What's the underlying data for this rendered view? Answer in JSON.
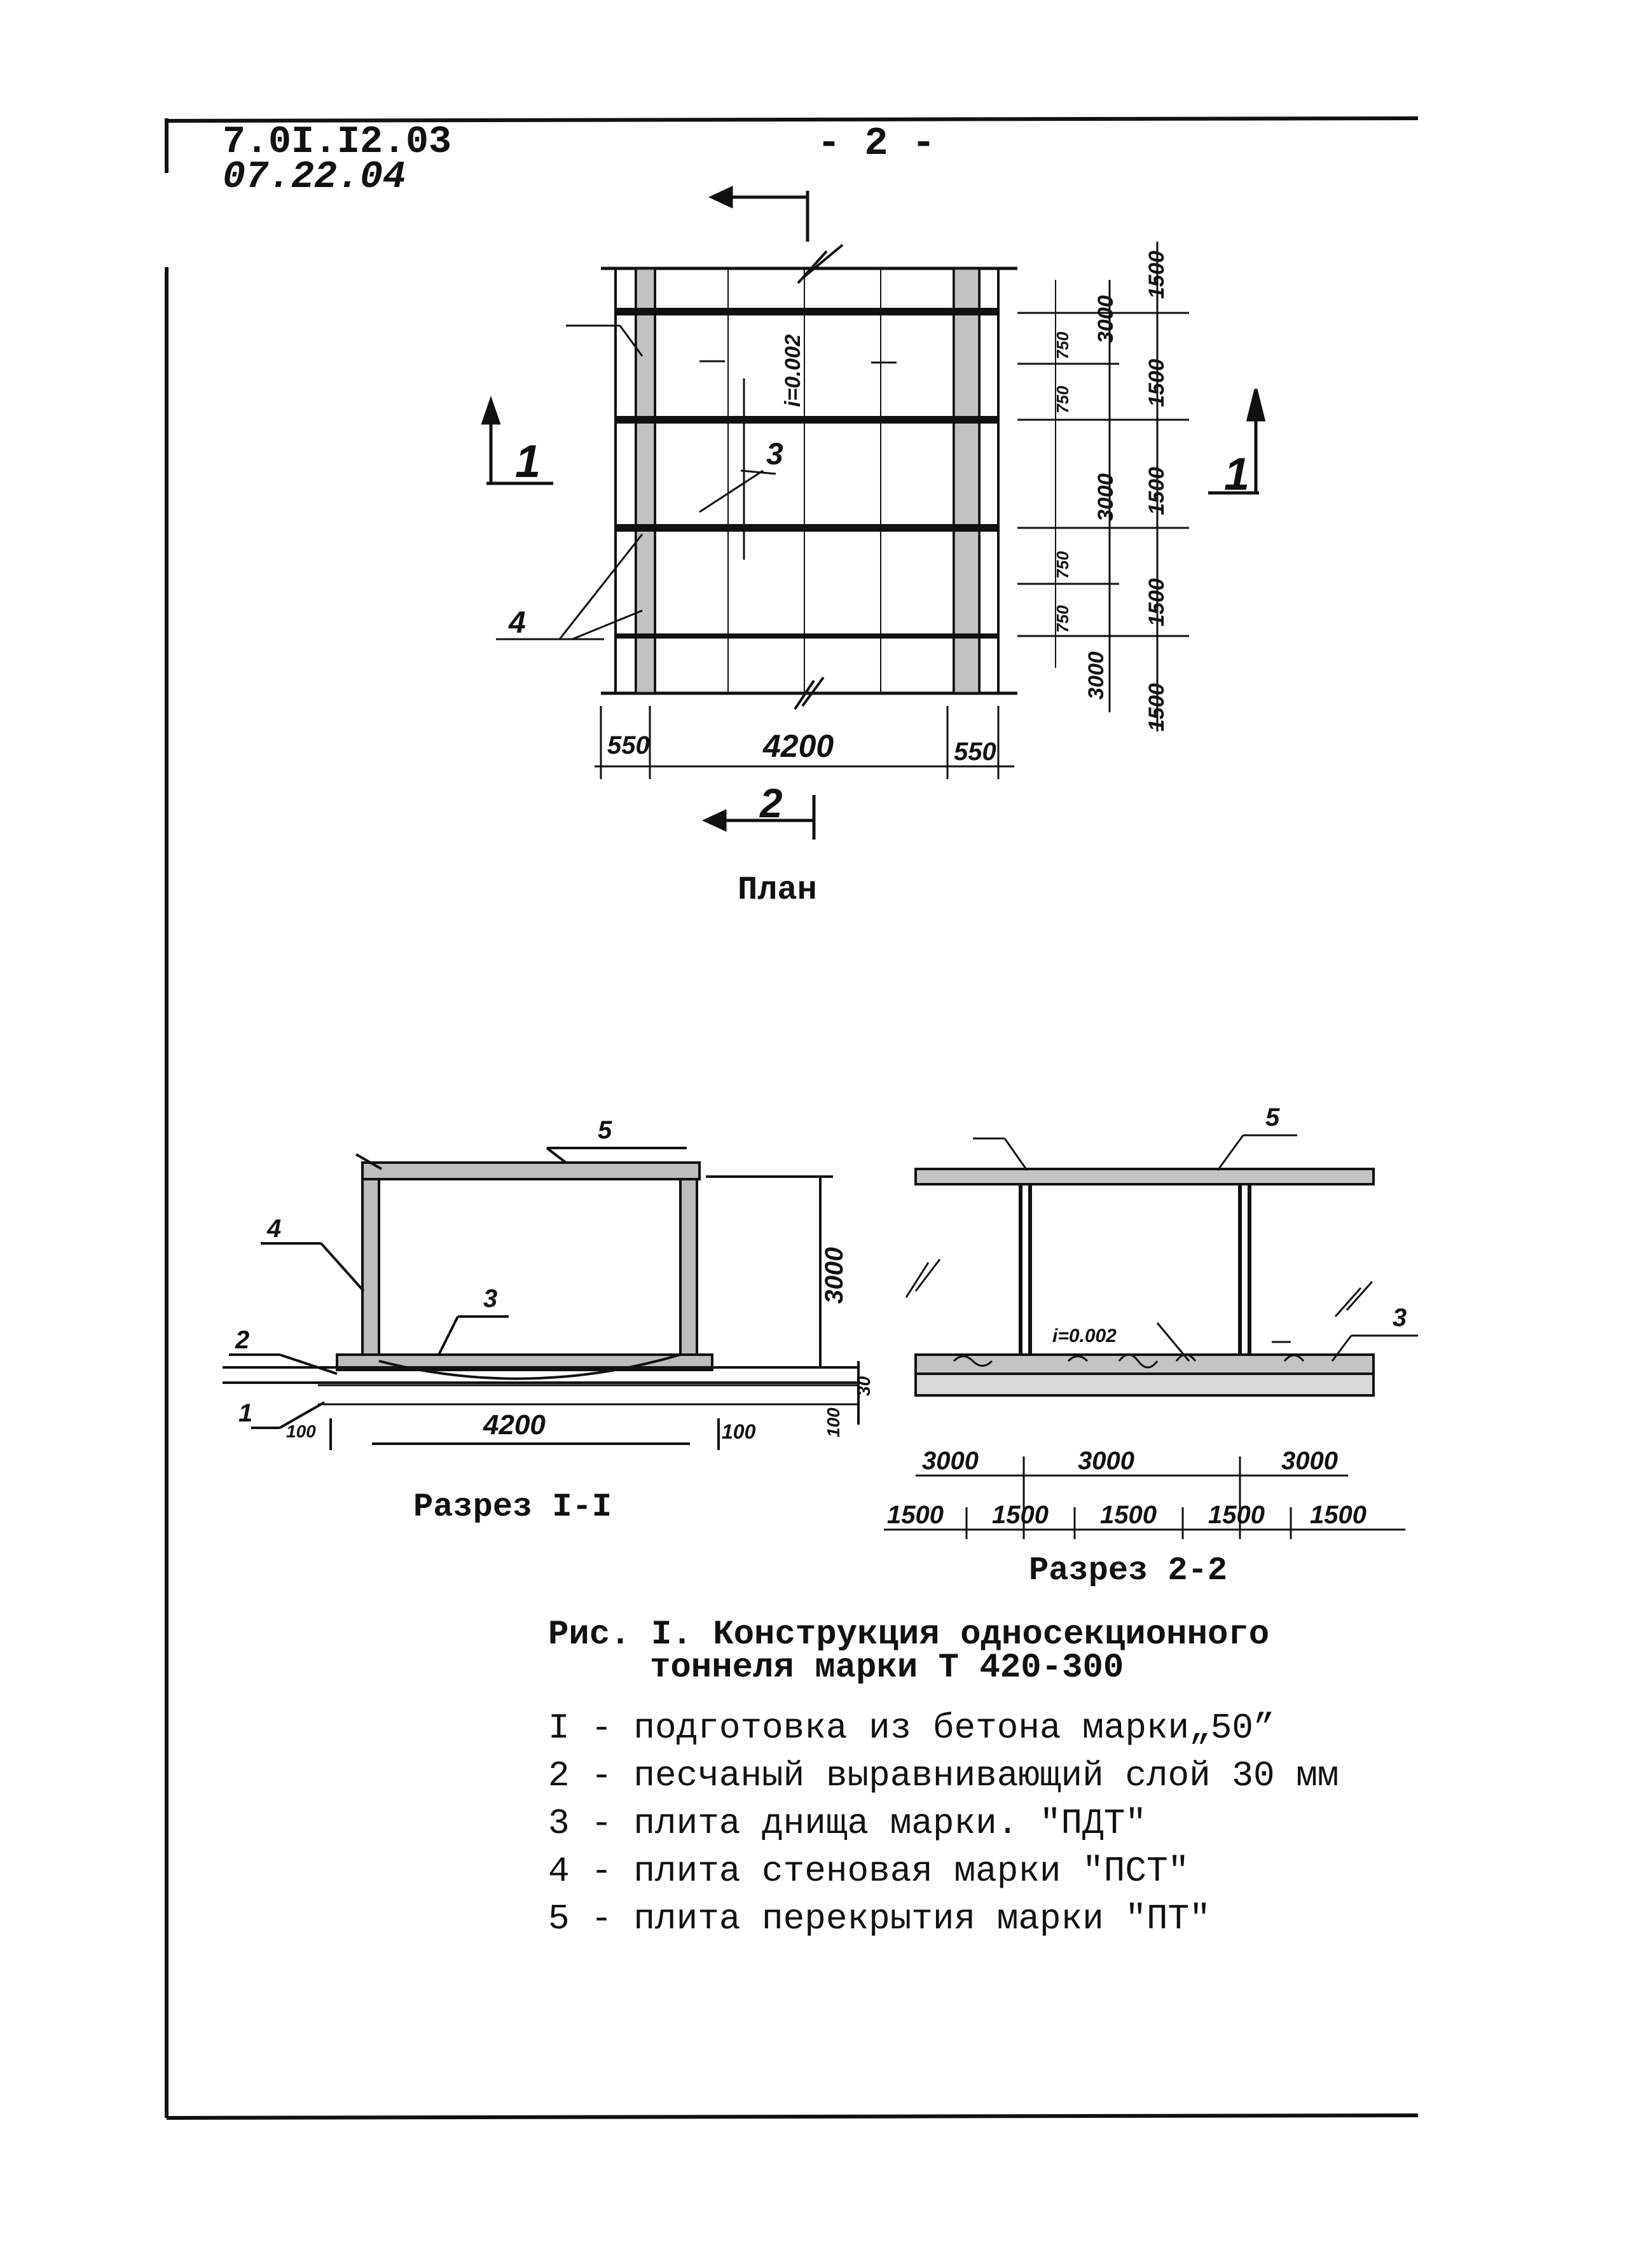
{
  "header": {
    "code_top": "7.0I.I2.03",
    "code_bottom": "07.22.04",
    "page_number": "- 2 -"
  },
  "plan": {
    "caption": "План",
    "section_marks": {
      "left": "1",
      "right": "1",
      "bottom": "2"
    },
    "callouts": {
      "floor_slab": "3",
      "wall_slab": "4"
    },
    "slope": "i=0.002",
    "dim_bottom": [
      "550",
      "4200",
      "550"
    ],
    "dim_right_a": [
      "3000",
      "3000",
      "3000"
    ],
    "dim_right_b": [
      "1500",
      "1500",
      "1500",
      "1500",
      "1500"
    ],
    "dim_inner": [
      "750",
      "750",
      "750",
      "750"
    ]
  },
  "section_1": {
    "caption": "Разрез I-I",
    "callouts": [
      "5",
      "4",
      "3",
      "2",
      "1"
    ],
    "dims": {
      "span": "4200",
      "height": "3000",
      "left_offset": "100",
      "right_offset": "100",
      "layer_30": "30",
      "layer_100": "100"
    }
  },
  "section_2": {
    "caption": "Разрез 2-2",
    "callouts": {
      "roof": "5",
      "floor": "3"
    },
    "slope": "i=0.002",
    "dims_3000": [
      "3000",
      "3000",
      "3000"
    ],
    "dims_1500": [
      "1500",
      "1500",
      "1500",
      "1500",
      "1500"
    ]
  },
  "figure": {
    "title_line1": "Рис. I. Конструкция односекционного",
    "title_line2": "тоннеля марки Т 420-300"
  },
  "legend": [
    "I - подготовка из бетона марки„50”",
    "2 - песчаный выравнивающий слой 30 мм",
    "3 - плита днища марки. \"ПДТ\"",
    "4 - плита стеновая марки \"ПСТ\"",
    "5 - плита перекрытия марки \"ПТ\""
  ]
}
